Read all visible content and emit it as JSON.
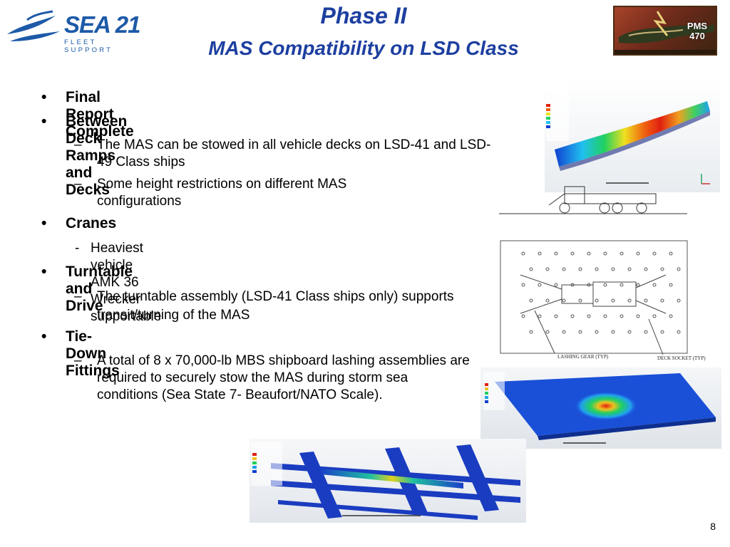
{
  "header": {
    "logo_name": "SEA 21",
    "logo_tagline": "FLEET SUPPORT",
    "title_line1": "Phase II",
    "title_line2": "MAS Compatibility on LSD Class",
    "badge_text": "PMS 470"
  },
  "bullets": [
    {
      "text": "Final Report Complete"
    },
    {
      "text": "Between Deck Ramps and Decks",
      "subs": [
        "The MAS can be stowed in all vehicle decks on LSD-41 and LSD-49 Class ships",
        "Some height restrictions on different MAS configurations"
      ]
    },
    {
      "text": "Cranes",
      "subs": [
        "Heaviest vehicle AMK 36 Wrecker supportable"
      ]
    },
    {
      "text": "Turntable and Drive",
      "subs": [
        "The turntable assembly (LSD-41 Class ships only) supports transit/turning of the MAS"
      ]
    },
    {
      "text": "Tie-Down Fittings",
      "subs": [
        "A total of 8 x 70,000-lb MBS shipboard lashing assemblies are required to securely stow the MAS during storm sea conditions (Sea State 7- Beaufort/NATO Scale)."
      ]
    }
  ],
  "figures": {
    "deck_plan_label_left": "LASHING GEAR (TYP)",
    "deck_plan_label_right": "DECK SOCKET (TYP)"
  },
  "page_number": "8"
}
